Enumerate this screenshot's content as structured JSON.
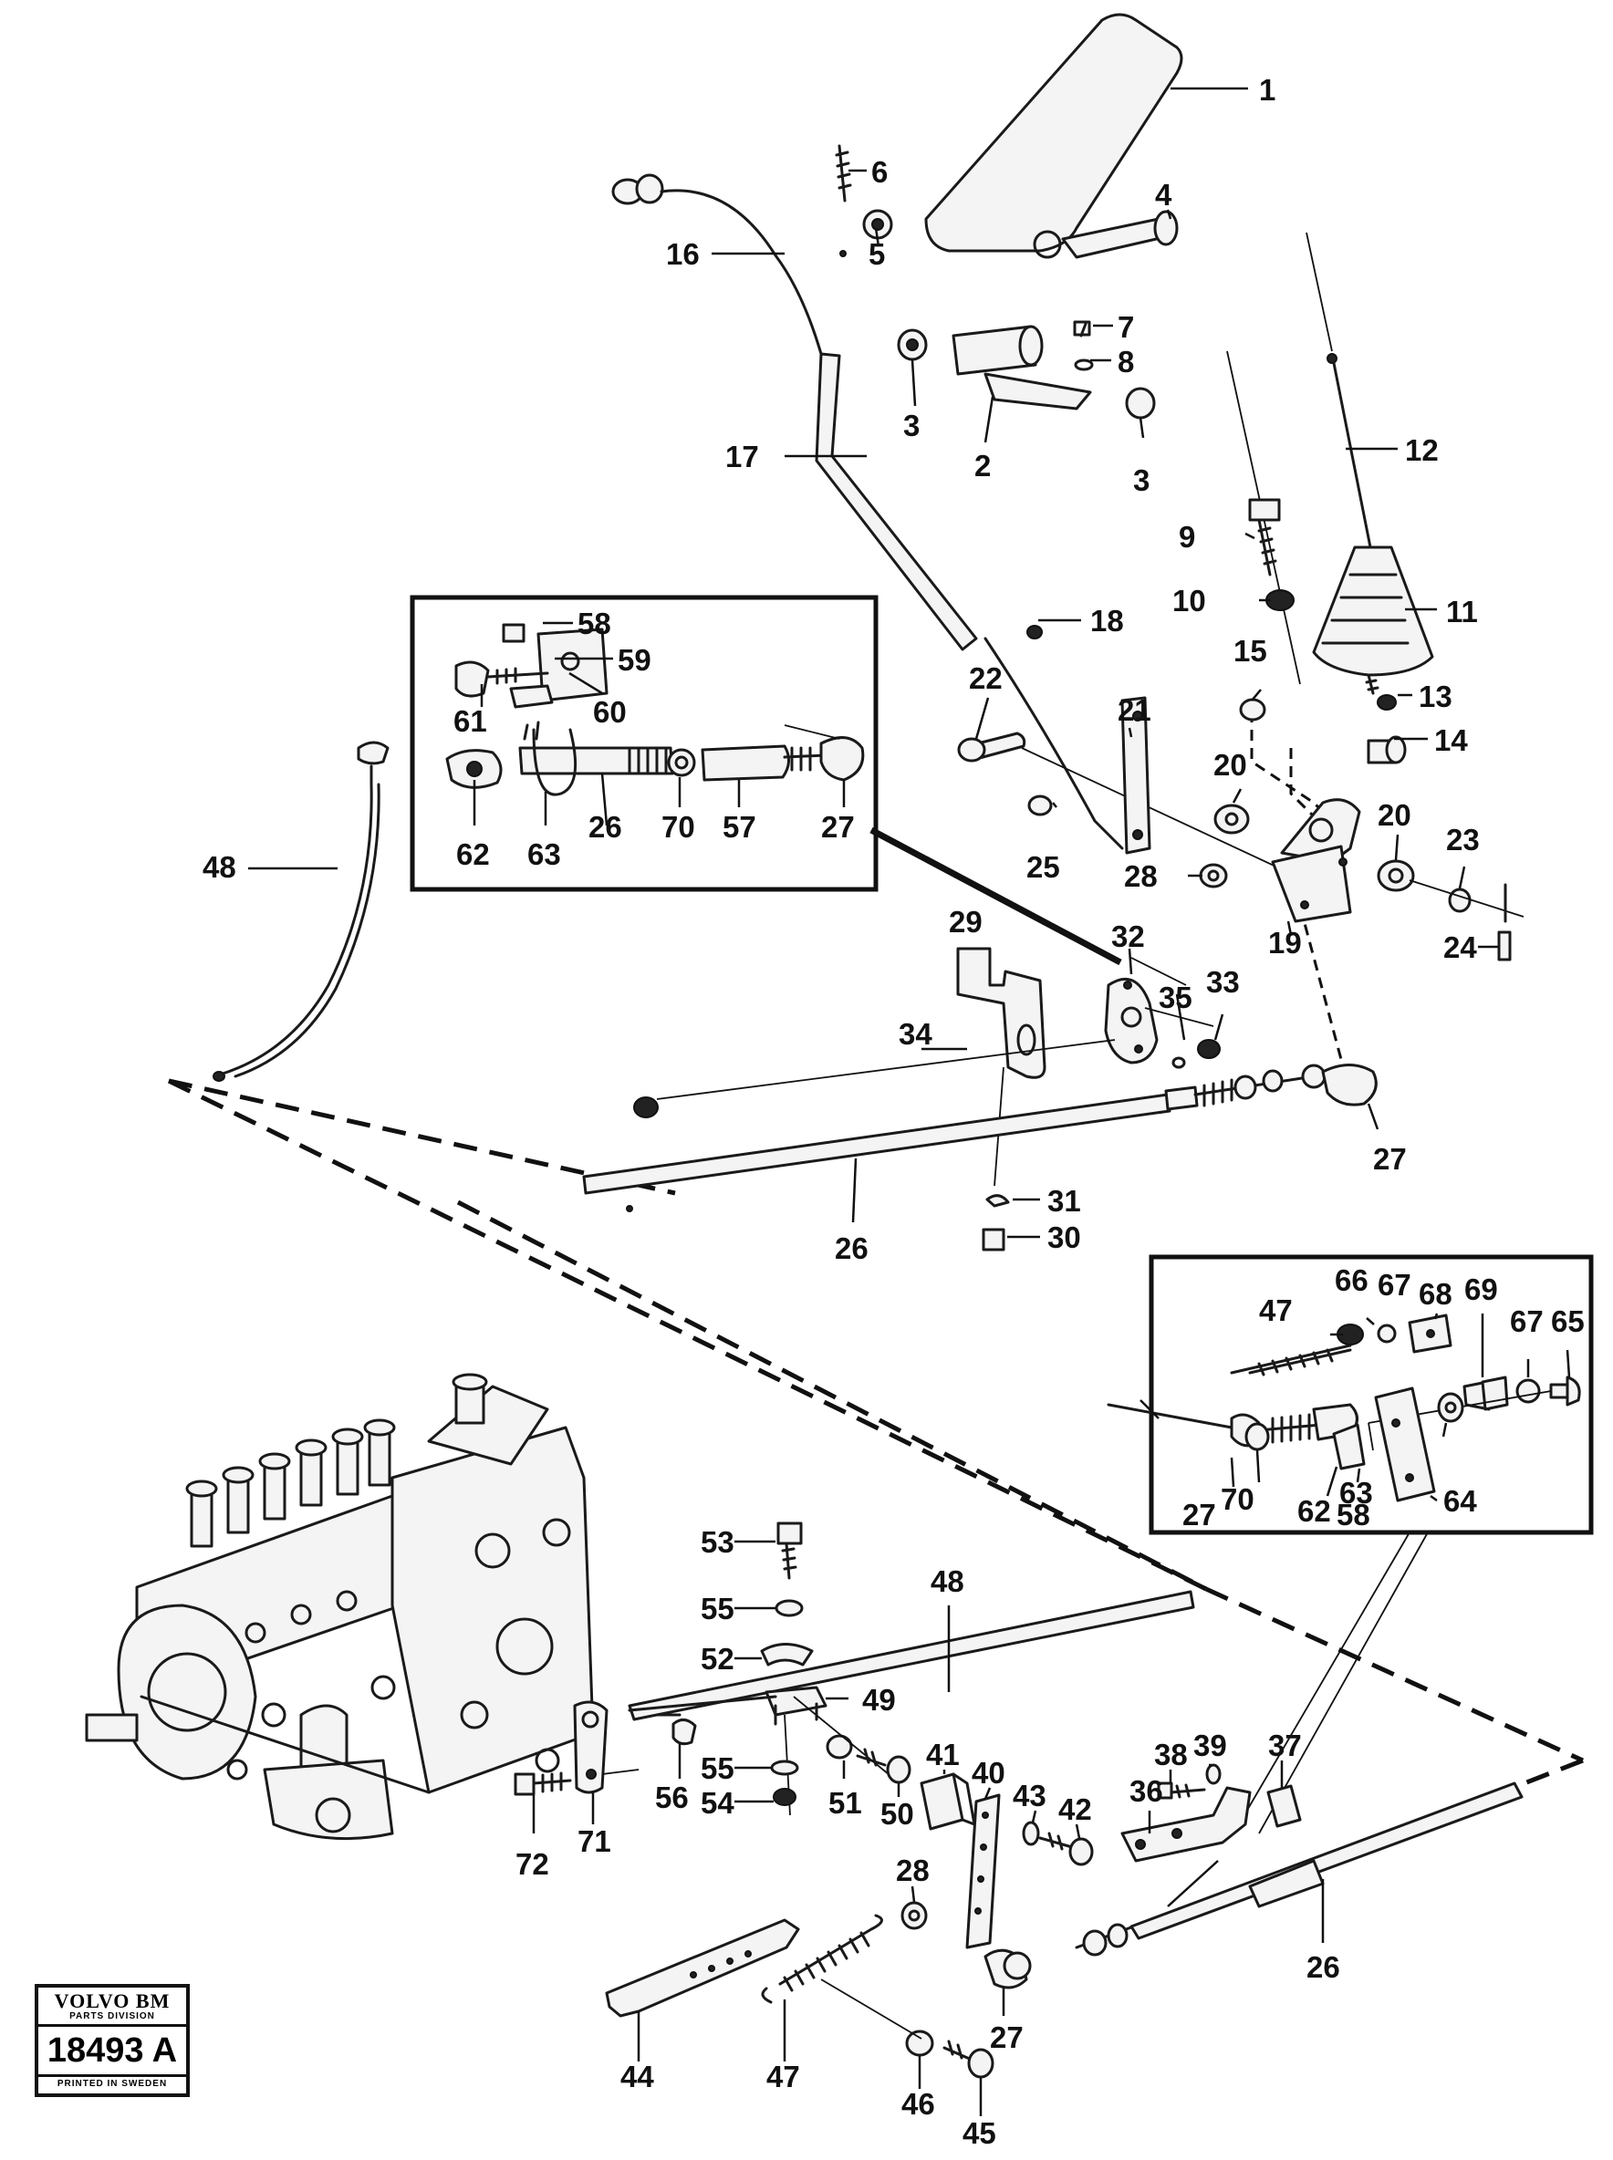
{
  "labels": [
    "1",
    "2",
    "3",
    "4",
    "5",
    "6",
    "7",
    "8",
    "9",
    "10",
    "11",
    "12",
    "13",
    "14",
    "15",
    "16",
    "17",
    "18",
    "19",
    "20",
    "21",
    "22",
    "23",
    "24",
    "25",
    "26",
    "27",
    "28",
    "29",
    "30",
    "31",
    "32",
    "33",
    "34",
    "35",
    "36",
    "37",
    "38",
    "39",
    "40",
    "41",
    "42",
    "43",
    "44",
    "45",
    "46",
    "47",
    "48",
    "49",
    "50",
    "51",
    "52",
    "53",
    "54",
    "55",
    "56",
    "57",
    "58",
    "59",
    "60",
    "61",
    "62",
    "63",
    "64",
    "65",
    "66",
    "67",
    "68",
    "69",
    "70",
    "71",
    "72"
  ],
  "logo": {
    "brand": "VOLVO BM",
    "division": "PARTS DIVISION",
    "number": "18493 A",
    "printed": "PRINTED IN SWEDEN"
  }
}
